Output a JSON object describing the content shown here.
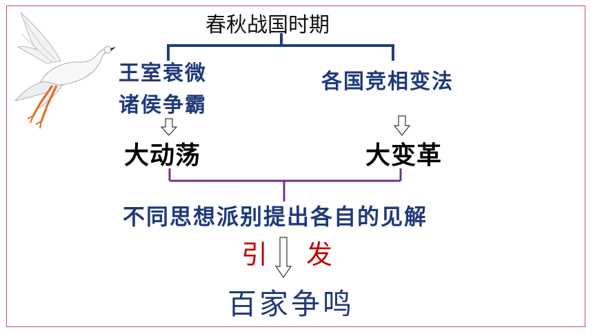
{
  "diagram": {
    "title": "春秋战国时期",
    "left_cause": {
      "line1": "王室衰微",
      "line2": "诸侯争霸"
    },
    "right_cause": "各国竞相变法",
    "left_effect": "大动荡",
    "right_effect": "大变革",
    "result": "不同思想派别提出各自的见解",
    "trigger": {
      "left": "引",
      "right": "发"
    },
    "outcome": "百家争鸣"
  },
  "colors": {
    "navy_text": "#1f3a7a",
    "title_bracket": "#1f3f7a",
    "middle_bracket": "#7030a0",
    "trigger_text": "#c00000",
    "frame": "#c0504d"
  },
  "icons": {
    "bird": "egret-illustration"
  }
}
